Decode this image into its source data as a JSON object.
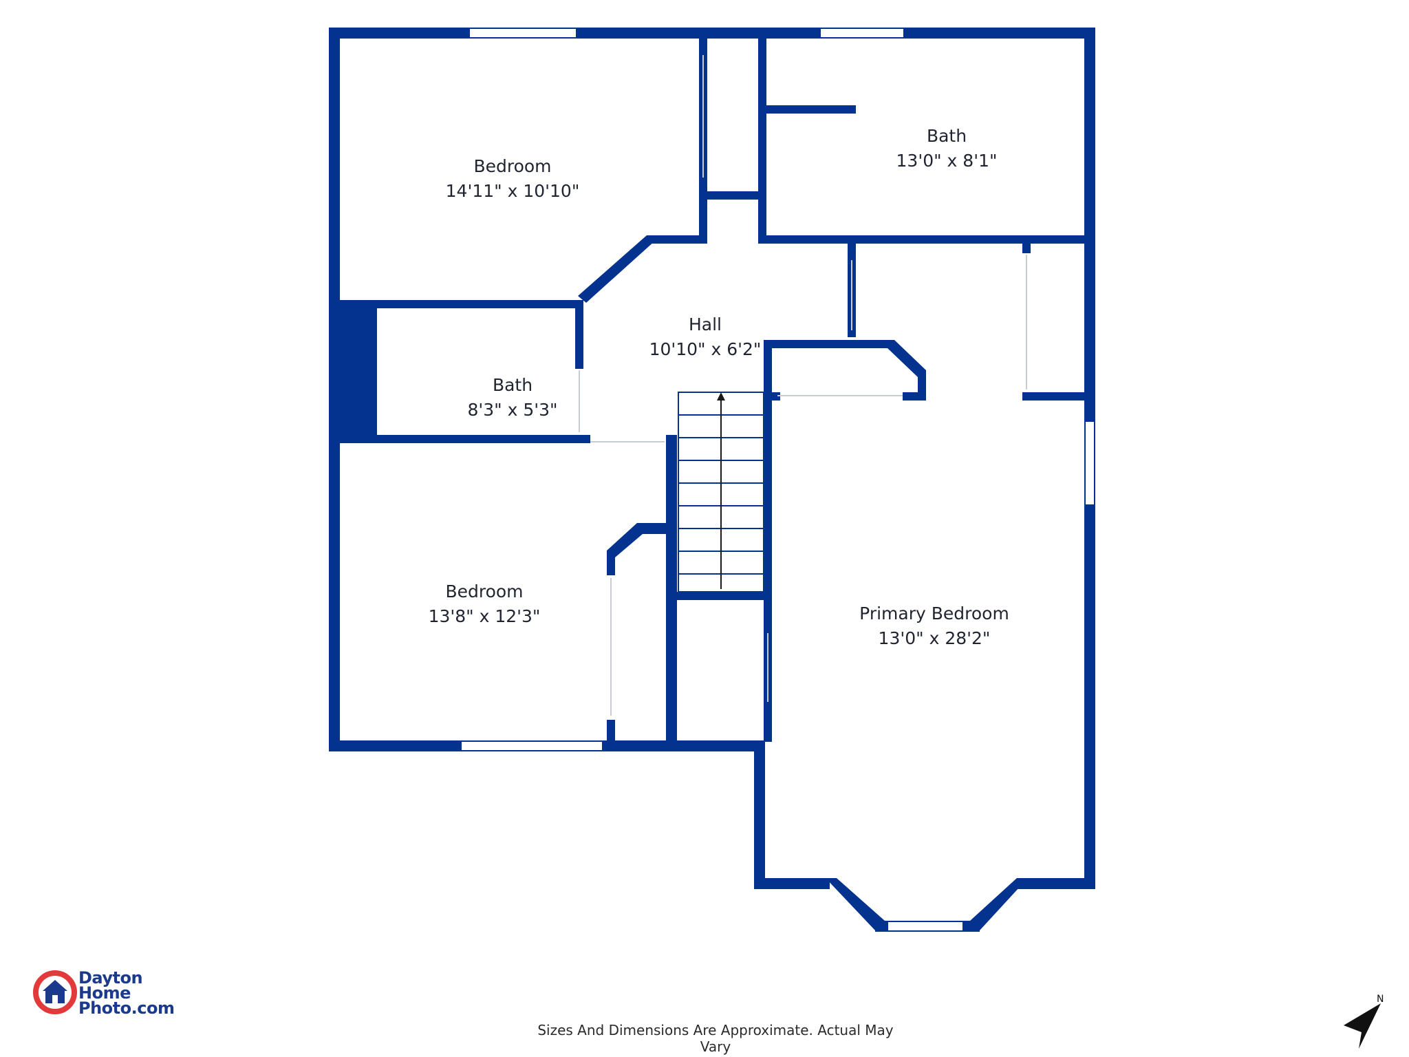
{
  "rooms": [
    {
      "name": "Bedroom",
      "size": "14'11\" x 10'10\""
    },
    {
      "name": "Bath",
      "size": "13'0\" x 8'1\""
    },
    {
      "name": "Hall",
      "size": "10'10\" x 6'2\""
    },
    {
      "name": "Bath",
      "size": "8'3\" x 5'3\""
    },
    {
      "name": "Bedroom",
      "size": "13'8\" x 12'3\""
    },
    {
      "name": "Primary Bedroom",
      "size": "13'0\" x 28'2\""
    }
  ],
  "footer": {
    "disclaimer": "Sizes And Dimensions Are Approximate. Actual May Vary"
  },
  "logo": {
    "line1": "Dayton",
    "line2": "Home",
    "line3": "Photo.com"
  },
  "compass": {
    "label": "N"
  },
  "colors": {
    "wall": "#03338f",
    "logo_red": "#e23a3a",
    "logo_blue": "#1c3a8c"
  }
}
